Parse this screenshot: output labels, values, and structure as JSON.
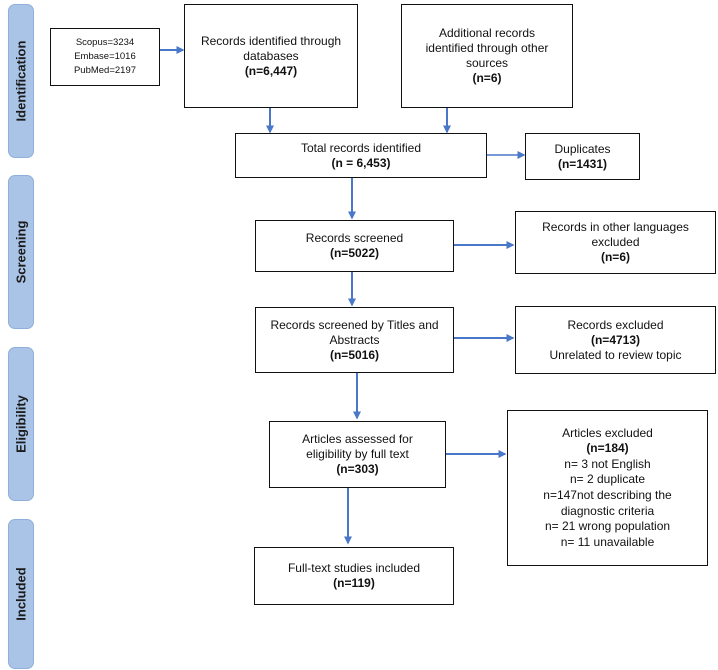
{
  "phases": {
    "identification": "Identification",
    "screening": "Screening",
    "eligibility": "Eligibility",
    "included": "Included"
  },
  "sources": [
    "Scopus=3234",
    "Embase=1016",
    "PubMed=2197"
  ],
  "db_records": {
    "text": "Records identified through databases",
    "n": "(n=6,447)"
  },
  "other_records": {
    "text": "Additional records identified through other sources",
    "n": "(n=6)"
  },
  "total_records": {
    "text": "Total records identified",
    "n": "(n = 6,453)"
  },
  "duplicates": {
    "text": "Duplicates",
    "n": "(n=1431)"
  },
  "screened": {
    "text": "Records screened",
    "n": "(n=5022)"
  },
  "other_lang": {
    "text": "Records in other languages excluded",
    "n": "(n=6)"
  },
  "title_abstract": {
    "text": "Records screened by Titles and Abstracts",
    "n": "(n=5016)"
  },
  "records_excluded": {
    "text": "Records excluded",
    "n": "(n=4713)",
    "reason": "Unrelated to review topic"
  },
  "fulltext_assessed": {
    "text": "Articles assessed for eligibility by full text",
    "n": "(n=303)"
  },
  "articles_excluded": {
    "text": "Articles excluded",
    "n": "(n=184)",
    "reasons": [
      "n= 3 not English",
      "n= 2 duplicate",
      "n=147not describing the diagnostic criteria",
      "n= 21 wrong population",
      "n= 11 unavailable"
    ]
  },
  "included": {
    "text": "Full-text studies included",
    "n": "(n=119)"
  },
  "colors": {
    "arrow": "#4a78c9",
    "phase": "#a9c4e6"
  }
}
